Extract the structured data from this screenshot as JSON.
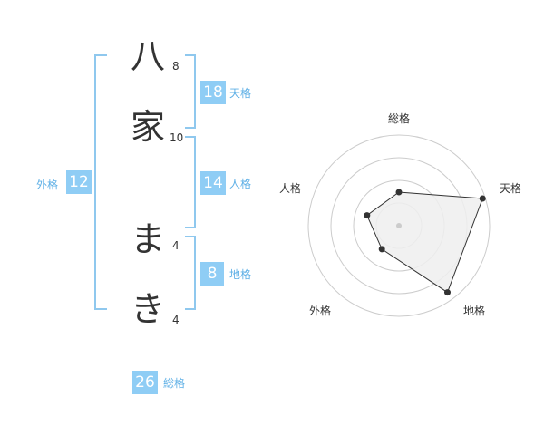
{
  "name": {
    "characters": [
      {
        "char": "八",
        "strokes": "8"
      },
      {
        "char": "家",
        "strokes": "10"
      },
      {
        "char": "ま",
        "strokes": "4"
      },
      {
        "char": "き",
        "strokes": "4"
      }
    ]
  },
  "fortune": {
    "tenkaku": {
      "value": "18",
      "label": "天格"
    },
    "jinkaku": {
      "value": "14",
      "label": "人格"
    },
    "chikaku": {
      "value": "8",
      "label": "地格"
    },
    "gaikaku": {
      "value": "12",
      "label": "外格"
    },
    "soukaku": {
      "value": "26",
      "label": "総格"
    }
  },
  "radar": {
    "axes": [
      "総格",
      "天格",
      "地格",
      "外格",
      "人格"
    ],
    "values": [
      0.37,
      0.97,
      0.91,
      0.32,
      0.37
    ],
    "rings": 4,
    "colors": {
      "fill": "#eeeeee",
      "stroke": "#333333",
      "ring": "#cccccc",
      "point": "#333333",
      "center": "#cccccc"
    }
  },
  "colors": {
    "accent": "#8fcdf5",
    "accent_text": "#5fb0e6"
  }
}
